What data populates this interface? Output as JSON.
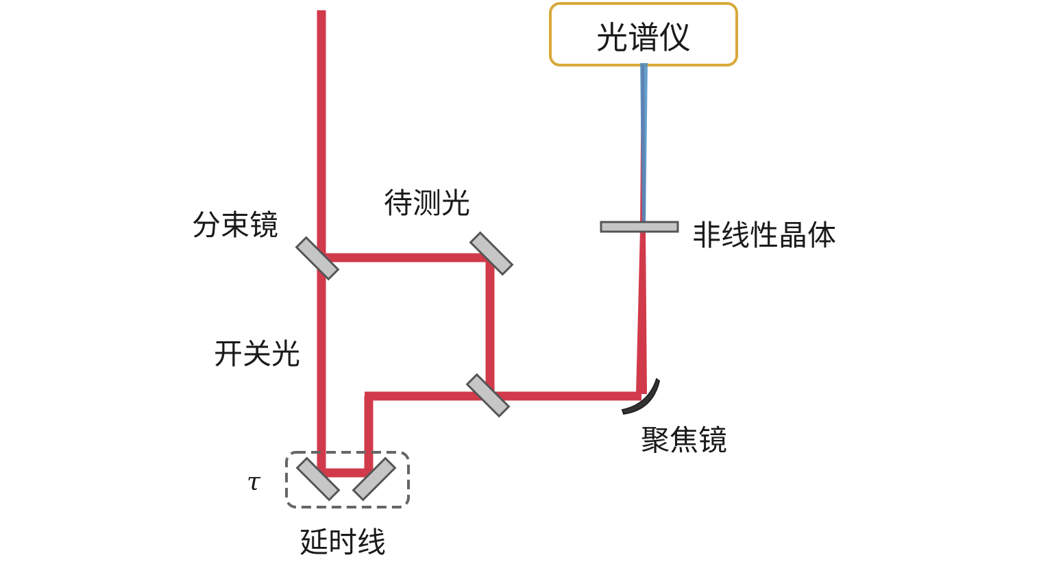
{
  "labels": {
    "spectrometer": "光谱仪",
    "beam_splitter": "分束镜",
    "test_light": "待测光",
    "nonlinear_crystal": "非线性晶体",
    "switch_light": "开关光",
    "focusing_mirror": "聚焦镜",
    "tau": "τ",
    "delay_line": "延时线"
  },
  "colors": {
    "beam": "#d13a4a",
    "spectrometer_border": "#d8a93a",
    "output_beam": "#4a8fc4",
    "mirror_fill": "#c6c6c6",
    "mirror_stroke": "#555555",
    "delay_box": "#666666"
  }
}
